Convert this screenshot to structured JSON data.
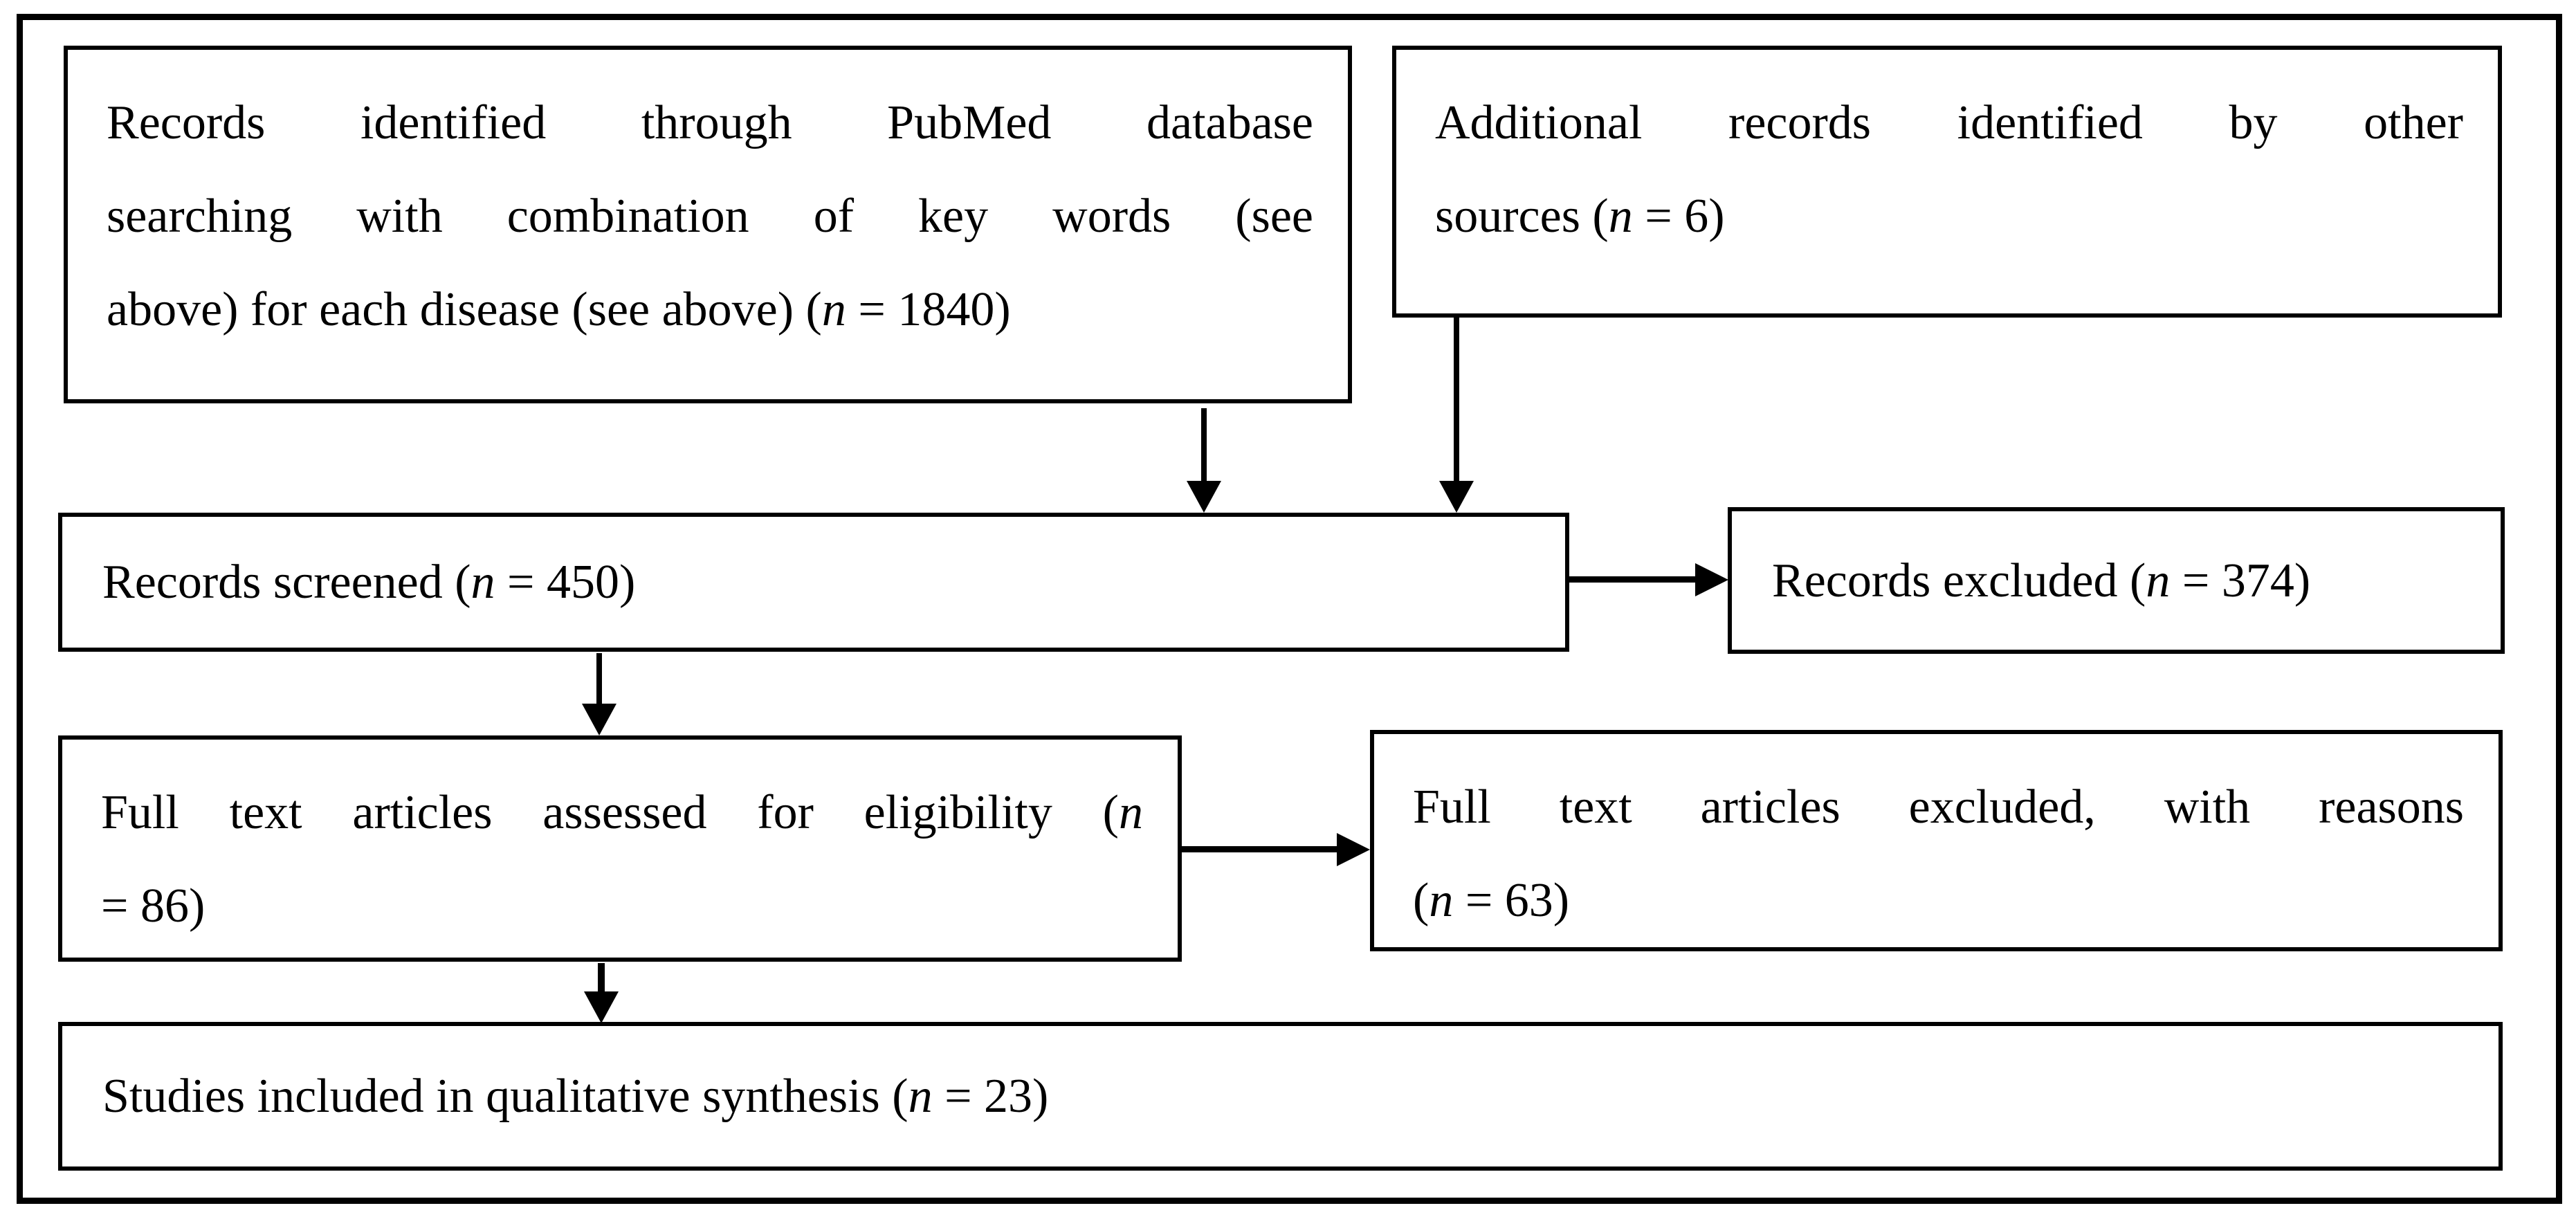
{
  "colors": {
    "ink": "#000000",
    "paper": "#ffffff"
  },
  "diagram_type": "prisma-flow-diagram",
  "boxes": {
    "identified": {
      "lines": [
        {
          "a": "Records identified through PubMed database",
          "n": "",
          "b": ""
        },
        {
          "a": "searching with combination of key words (see",
          "n": "",
          "b": ""
        },
        {
          "a": "above) for each disease (see above) (",
          "n": "n",
          "b": " = 1840)"
        }
      ],
      "count": 1840
    },
    "additional": {
      "lines": [
        {
          "a": "Additional records identified by other",
          "n": "",
          "b": ""
        },
        {
          "a": "sources (",
          "n": "n",
          "b": " = 6)"
        }
      ],
      "count": 6
    },
    "screened": {
      "lines": [
        {
          "a": "Records screened (",
          "n": "n",
          "b": " = 450)"
        }
      ],
      "count": 450
    },
    "excluded": {
      "lines": [
        {
          "a": "Records excluded (",
          "n": "n",
          "b": " = 374)"
        }
      ],
      "count": 374
    },
    "fulltext": {
      "lines": [
        {
          "a": "Full text articles assessed for eligibility (",
          "n": "n",
          "b": ""
        },
        {
          "a": "= 86)",
          "n": "",
          "b": ""
        }
      ],
      "count": 86
    },
    "fulltext_excluded": {
      "lines": [
        {
          "a": "Full text articles excluded, with reasons",
          "n": "",
          "b": ""
        },
        {
          "a": "(",
          "n": "n",
          "b": " = 63)"
        }
      ],
      "count": 63
    },
    "included": {
      "lines": [
        {
          "a": "Studies included in qualitative synthesis (",
          "n": "n",
          "b": " = 23)"
        }
      ],
      "count": 23
    }
  }
}
